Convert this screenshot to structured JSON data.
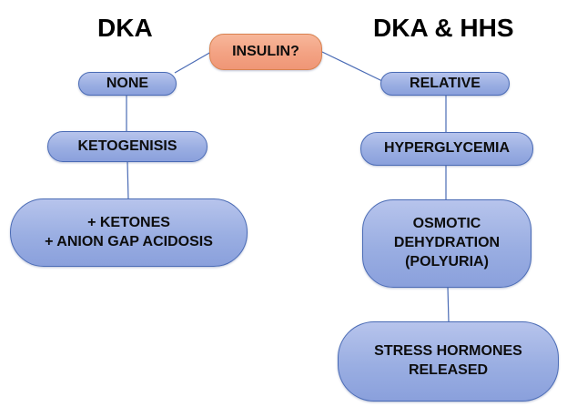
{
  "headings": {
    "left": "DKA",
    "right": "DKA & HHS"
  },
  "root": {
    "label": "INSULIN?"
  },
  "left_branch": {
    "nodes": [
      "NONE",
      "KETOGENISIS",
      "+ KETONES\n+ ANION GAP ACIDOSIS"
    ]
  },
  "right_branch": {
    "nodes": [
      "RELATIVE",
      "HYPERGLYCEMIA",
      "OSMOTIC\nDEHYDRATION\n(POLYURIA)",
      "STRESS HORMONES\nRELEASED"
    ]
  },
  "colors": {
    "node_fill": "#9aaee2",
    "node_border": "#4a6bb5",
    "root_fill": "#f3a283",
    "root_border": "#d9824f",
    "connector": "#4a6bb5",
    "text": "#000000"
  }
}
